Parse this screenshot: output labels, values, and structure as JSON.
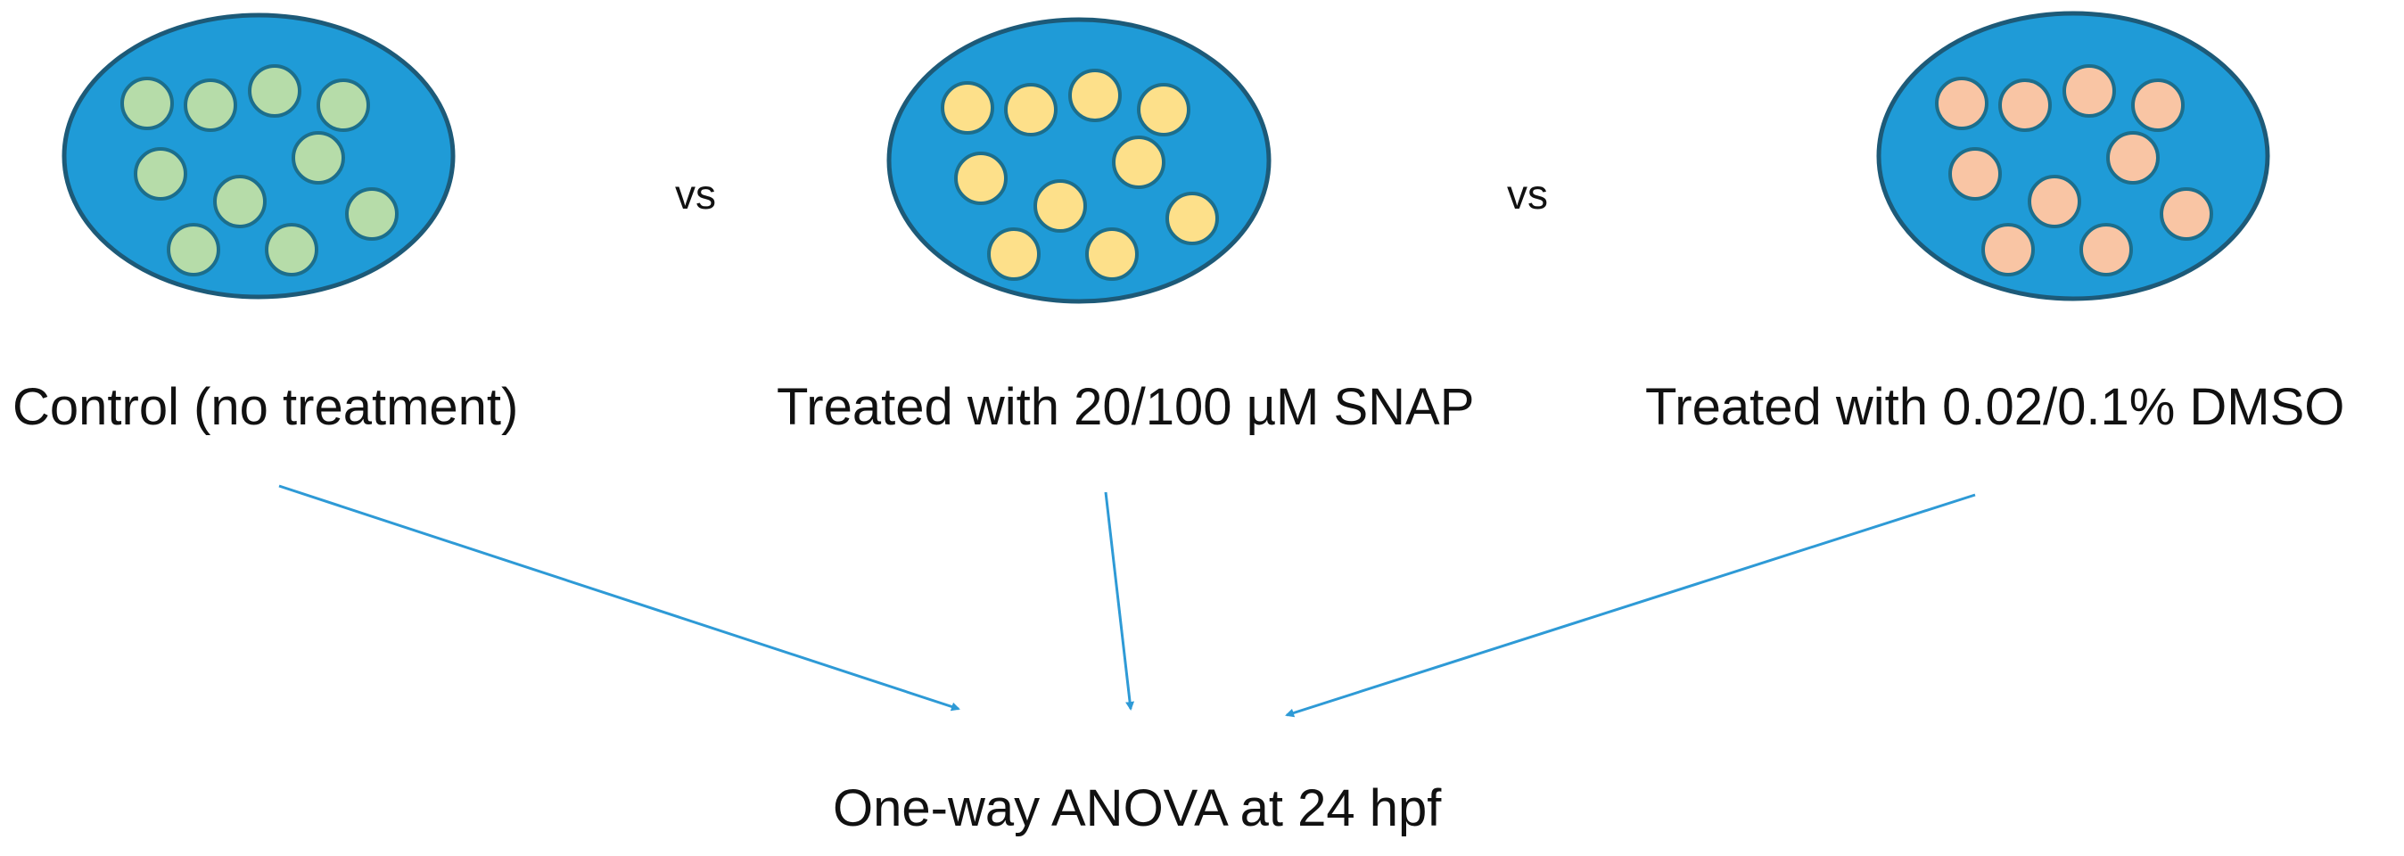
{
  "diagram": {
    "groups": [
      {
        "id": "control",
        "label": "Control (no treatment)",
        "cell_fill": "#b6dca9",
        "cell_stroke": "#1c6e8c"
      },
      {
        "id": "snap",
        "label": "Treated with 20/100 µM SNAP",
        "cell_fill": "#fde08a",
        "cell_stroke": "#1c6e8c"
      },
      {
        "id": "dmso",
        "label": "Treated with 0.02/0.1% DMSO",
        "cell_fill": "#f9c5a4",
        "cell_stroke": "#1c6e8c"
      }
    ],
    "separators": [
      "vs",
      "vs"
    ],
    "result_label": "One-way ANOVA at 24 hpf",
    "dish_fill": "#1f9bd7",
    "dish_stroke": "#1d5a78",
    "arrow_color": "#2e9ad6",
    "cells_per_dish": 10
  }
}
